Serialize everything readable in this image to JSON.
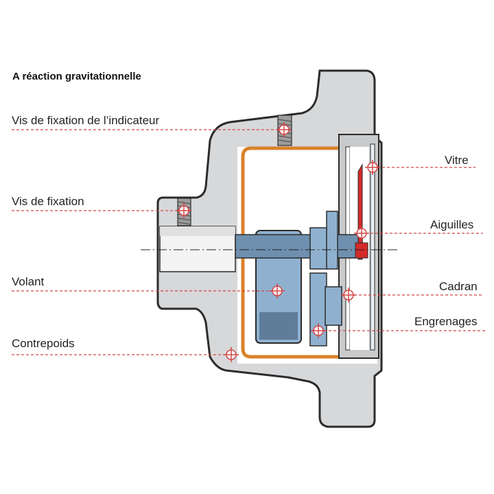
{
  "title": "A réaction gravitationnelle",
  "labels": {
    "vis_indicateur": "Vis de fixation de l’indicateur",
    "vis_fixation": "Vis de fixation",
    "volant": "Volant",
    "contrepoids": "Contrepoids",
    "vitre": "Vitre",
    "aiguilles": "Aiguilles",
    "cadran": "Cadran",
    "engrenages": "Engrenages"
  },
  "colors": {
    "housing": "#d7d8da",
    "outline": "#2b2b2b",
    "case": "#d9822b",
    "mechanism": "#8fb1cf",
    "needle": "#d42a2a",
    "leader": "#d44545"
  }
}
